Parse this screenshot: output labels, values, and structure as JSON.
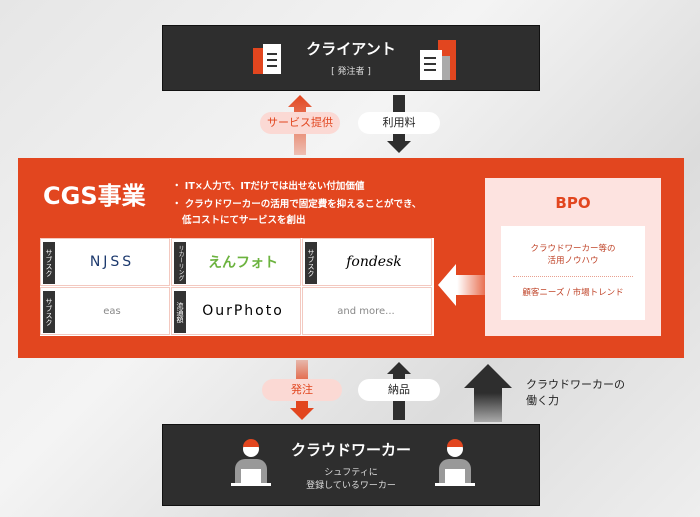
{
  "client": {
    "title": "クライアント",
    "subtitle": "[ 発注者 ]"
  },
  "arrows_top": {
    "service": "サービス提供",
    "fee": "利用料"
  },
  "cgs": {
    "title": "CGS事業",
    "bullets": [
      "・ IT×人力で、ITだけでは出せない付加価値",
      "・ クラウドワーカーの活用で固定費を抑えることができ、",
      "低コストにてサービスを創出"
    ]
  },
  "services": [
    {
      "tag": "サブスク",
      "name": "NJSS"
    },
    {
      "tag": "リカーリング",
      "name": "えんフォト"
    },
    {
      "tag": "サブスク",
      "name": "fondesk"
    },
    {
      "tag": "サブスク",
      "name": "eas"
    },
    {
      "tag": "流通額",
      "name": "OurPhoto"
    },
    {
      "tag": "",
      "name": "and more..."
    }
  ],
  "bpo": {
    "title": "BPO",
    "line1": "クラウドワーカー等の",
    "line2": "活用ノウハウ",
    "line3": "顧客ニーズ / 市場トレンド"
  },
  "arrows_bottom": {
    "order": "発注",
    "deliver": "納品",
    "power1": "クラウドワーカーの",
    "power2": "働く力"
  },
  "worker": {
    "title": "クラウドワーカー",
    "sub1": "シュフティに",
    "sub2": "登録しているワーカー"
  },
  "colors": {
    "accent": "#e2461f",
    "dark": "#2e2e2e",
    "pink": "#fde3e0"
  }
}
